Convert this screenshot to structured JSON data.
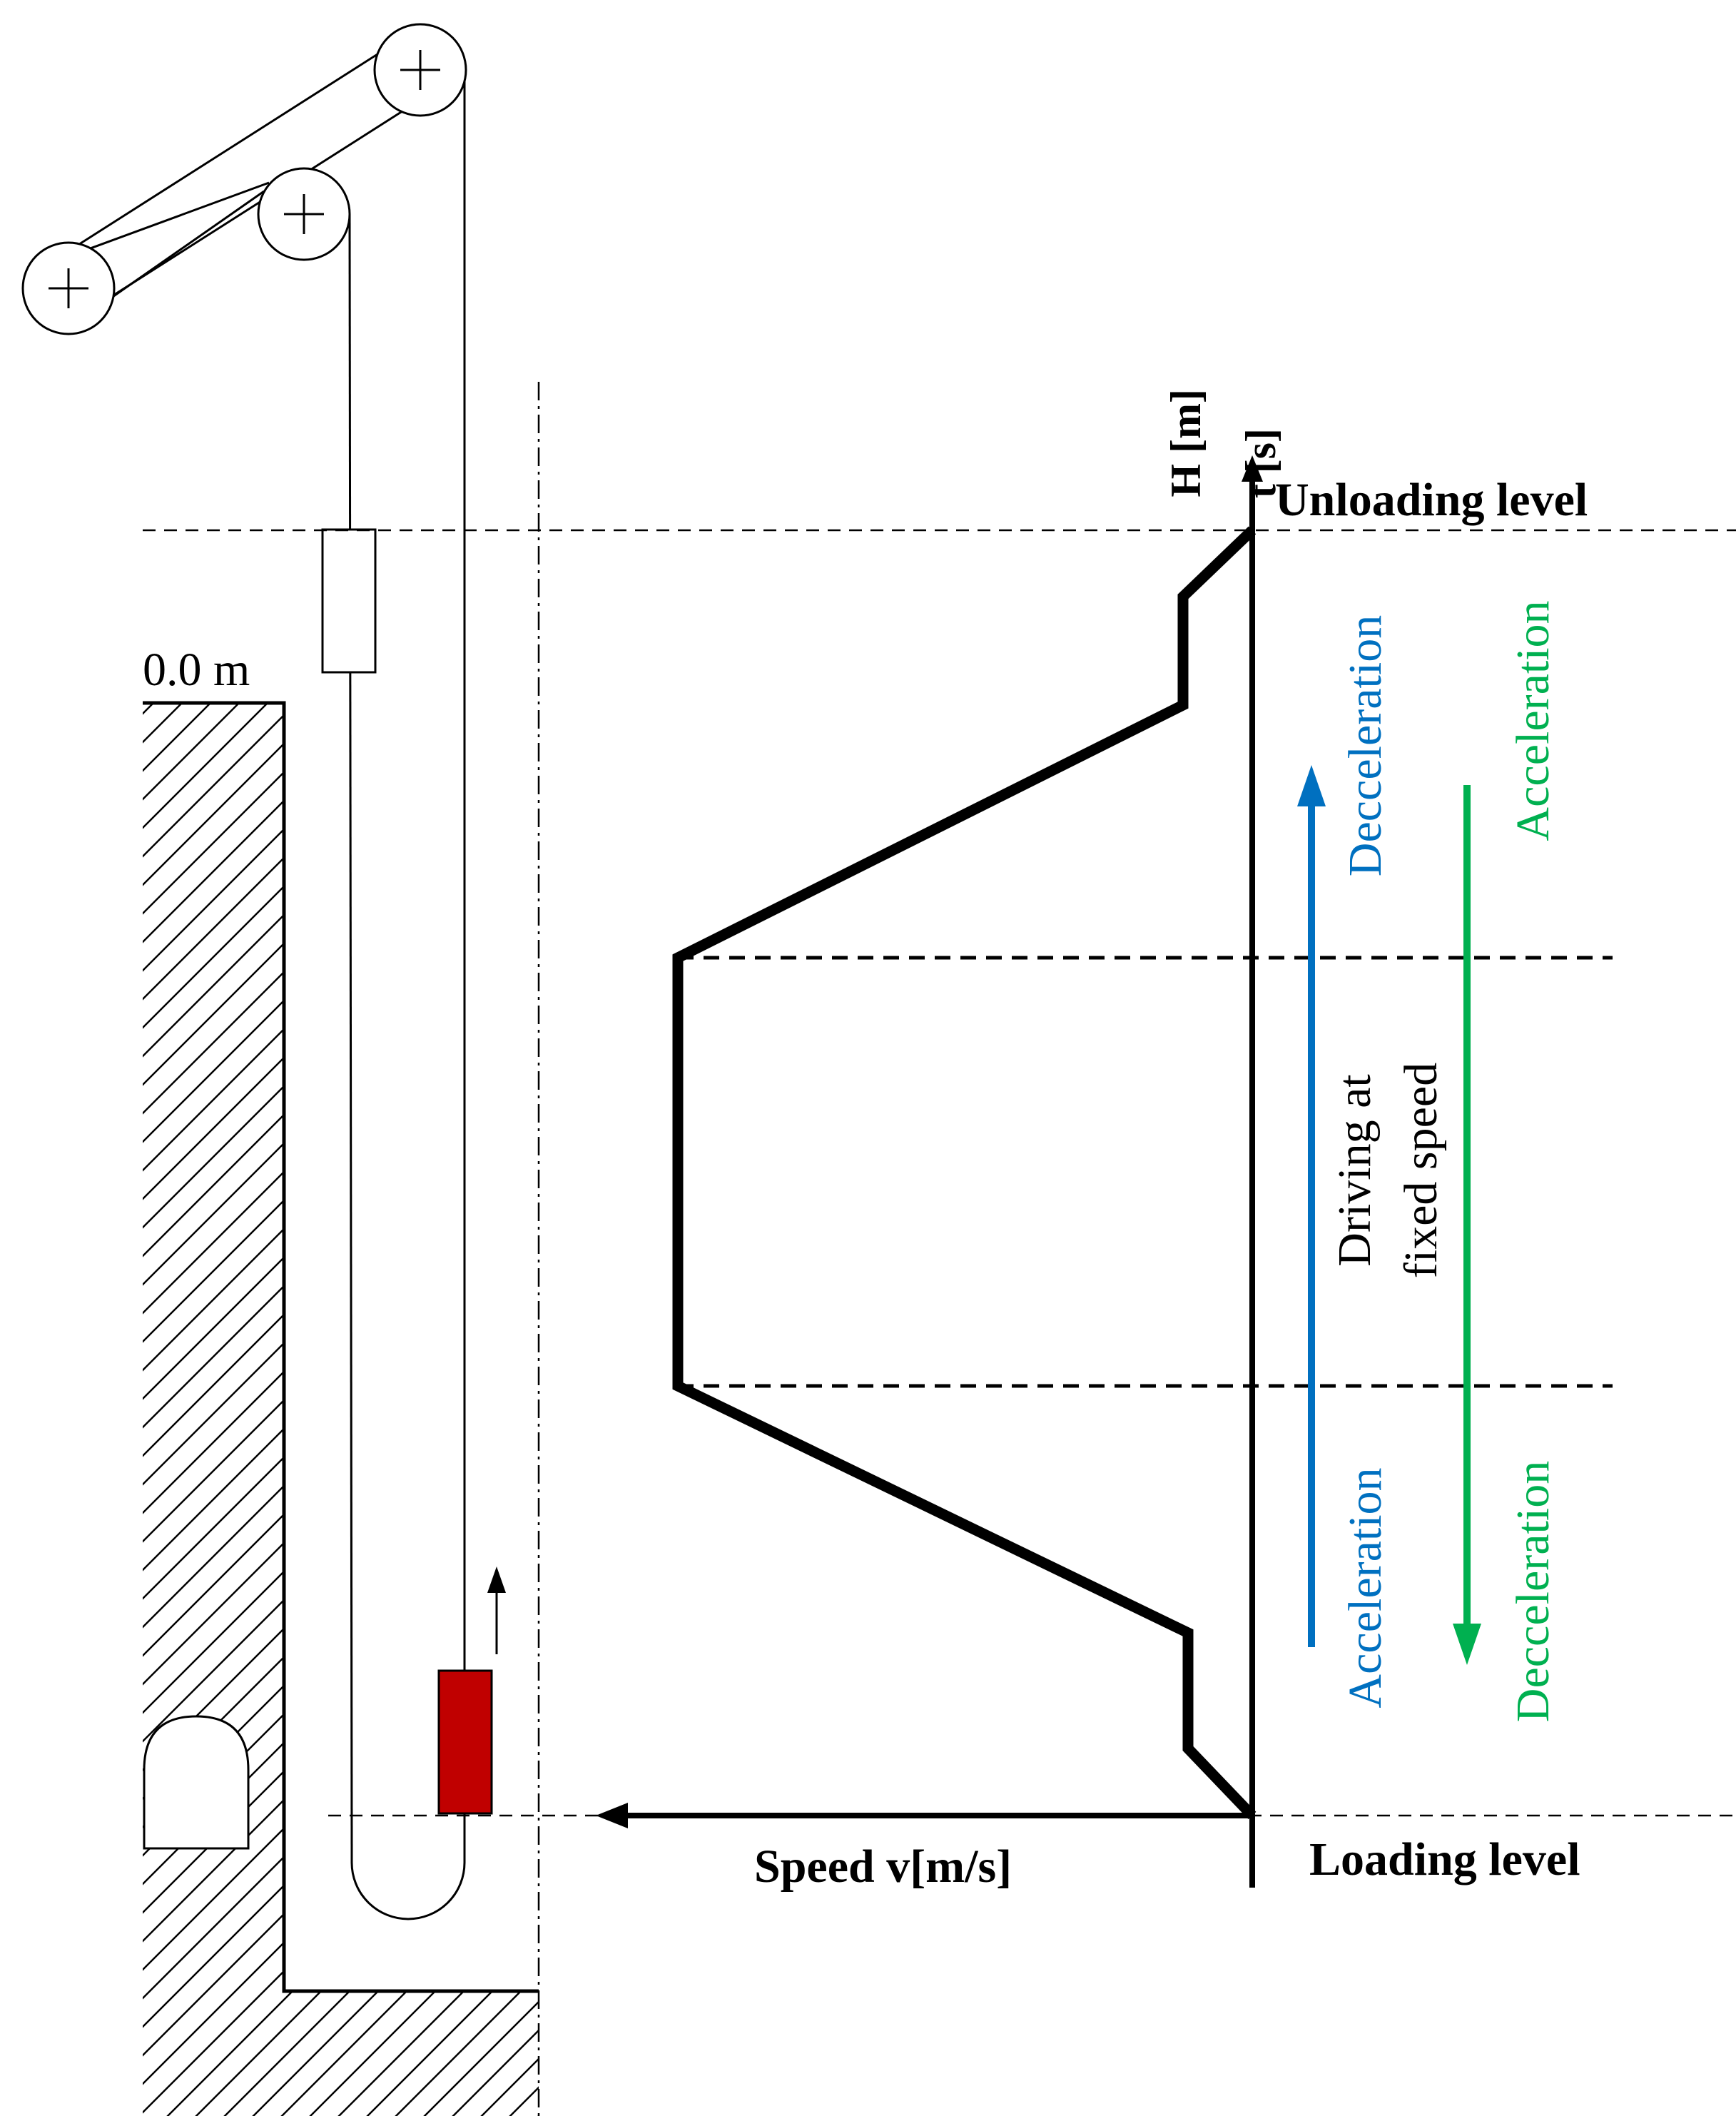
{
  "labels": {
    "h_axis": "H [m]",
    "t_axis": "t [s]",
    "unloading_level": "Unloading level",
    "loading_level": "Loading level",
    "speed_axis": "Speed v[m/s]",
    "surface_level": "0.0 m",
    "upward_deceleration": "Decceleration",
    "upward_acceleration": "Acceleration",
    "downward_acceleration": "Acceleration",
    "downward_deceleration": "Decceleration",
    "constant_speed_line1": "Driving at",
    "constant_speed_line2": "fixed speed"
  },
  "colors": {
    "upward_phase": "#0070c0",
    "downward_phase": "#00b050",
    "loaded_skip": "#c00000",
    "lines": "#000000"
  }
}
